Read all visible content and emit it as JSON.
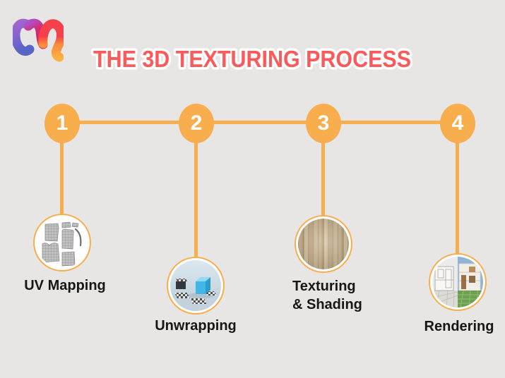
{
  "page": {
    "background_color": "#E8E6E4",
    "accent_orange": "#F9AE4D",
    "label_color": "#161616"
  },
  "brand": {
    "logo_icon": "m-ribbon-logo",
    "logo_colors": [
      "#A465CE",
      "#5864C6",
      "#D12D74",
      "#F5414B",
      "#FBB044"
    ]
  },
  "title": {
    "text": "THE 3D TEXTURING PROCESS",
    "color": "#FA5A5A",
    "outline_color": "#FFFFFF"
  },
  "steps": [
    {
      "number": "1",
      "label": "UV Mapping",
      "image": "uv-map-pattern-pieces"
    },
    {
      "number": "2",
      "label": "Unwrapping",
      "image": "cube-with-unwrapped-checker-faces"
    },
    {
      "number": "3",
      "label": "Texturing\n& Shading",
      "image": "marble-texture-swatch"
    },
    {
      "number": "4",
      "label": "Rendering",
      "image": "wireframe-vs-rendered-house"
    }
  ]
}
